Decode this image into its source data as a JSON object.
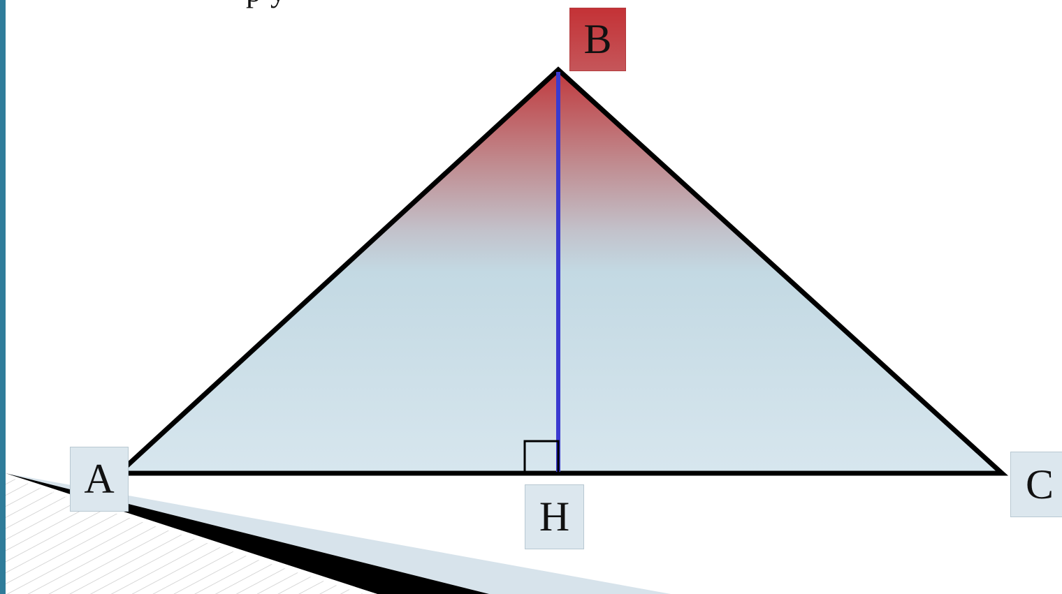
{
  "slide": {
    "title_fragment": "р у"
  },
  "diagram": {
    "vertices": {
      "a": "A",
      "b": "B",
      "c": "C",
      "h": "H"
    },
    "colors": {
      "fill_top": "#c0393d",
      "fill_mid": "#c3d9e3",
      "fill_bottom": "#d7e6ee",
      "altitude": "#3a3ad0",
      "outline": "#000000",
      "accent_bar": "#2f7c9a"
    }
  }
}
